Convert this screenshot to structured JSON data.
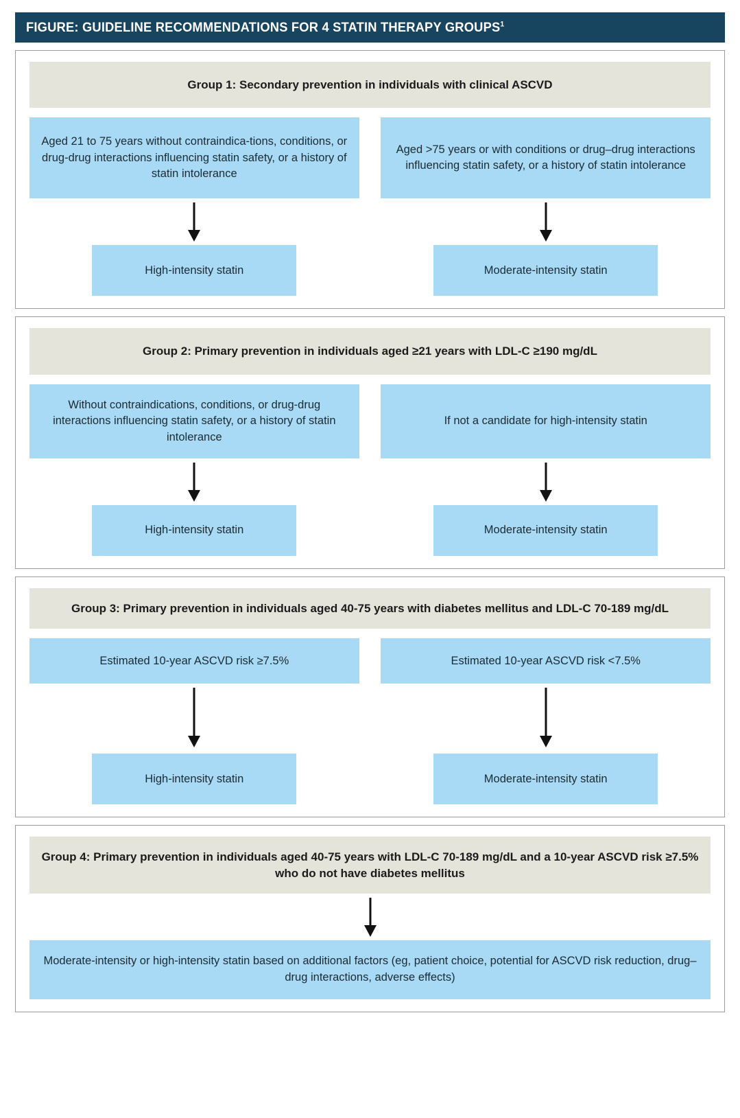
{
  "figure": {
    "title": "FIGURE: GUIDELINE RECOMMENDATIONS FOR 4 STATIN THERAPY GROUPS",
    "title_superscript": "1",
    "colors": {
      "title_bar": "#17445f",
      "group_header": "#e4e4db",
      "box_blue": "#a8daf5",
      "arrow": "#111111",
      "panel_border": "#9b9b9b",
      "text": "#1b1b1b"
    }
  },
  "groups": [
    {
      "id": "group-1",
      "header": "Group 1: Secondary prevention in individuals with clinical ASCVD",
      "branches": [
        {
          "condition": "Aged 21 to 75 years without contraindica-tions, conditions, or drug-drug interactions influencing statin safety, or a history of statin intolerance",
          "outcome": "High-intensity statin"
        },
        {
          "condition": "Aged >75 years or with conditions or drug–drug interactions influencing statin safety, or a history of statin intolerance",
          "outcome": "Moderate-intensity statin"
        }
      ]
    },
    {
      "id": "group-2",
      "header": "Group 2: Primary prevention in individuals aged ≥21 years with LDL-C ≥190 mg/dL",
      "branches": [
        {
          "condition": "Without contraindications, conditions, or drug-drug interactions influencing statin safety, or a history of statin intolerance",
          "outcome": "High-intensity statin"
        },
        {
          "condition": "If not a candidate for high-intensity statin",
          "outcome": "Moderate-intensity statin"
        }
      ]
    },
    {
      "id": "group-3",
      "header": "Group 3: Primary prevention in individuals aged 40-75 years with diabetes mellitus and LDL-C 70-189 mg/dL",
      "branches": [
        {
          "condition": "Estimated 10-year ASCVD risk ≥7.5%",
          "outcome": "High-intensity statin"
        },
        {
          "condition": "Estimated 10-year ASCVD risk <7.5%",
          "outcome": "Moderate-intensity statin"
        }
      ]
    },
    {
      "id": "group-4",
      "header": "Group 4: Primary prevention in individuals aged 40-75 years with LDL-C 70-189 mg/dL and a 10-year ASCVD risk ≥7.5% who do not have diabetes mellitus",
      "outcome": "Moderate-intensity or high-intensity statin based on additional factors (eg, patient choice, potential for ASCVD risk reduction, drug–drug interactions, adverse effects)"
    }
  ]
}
